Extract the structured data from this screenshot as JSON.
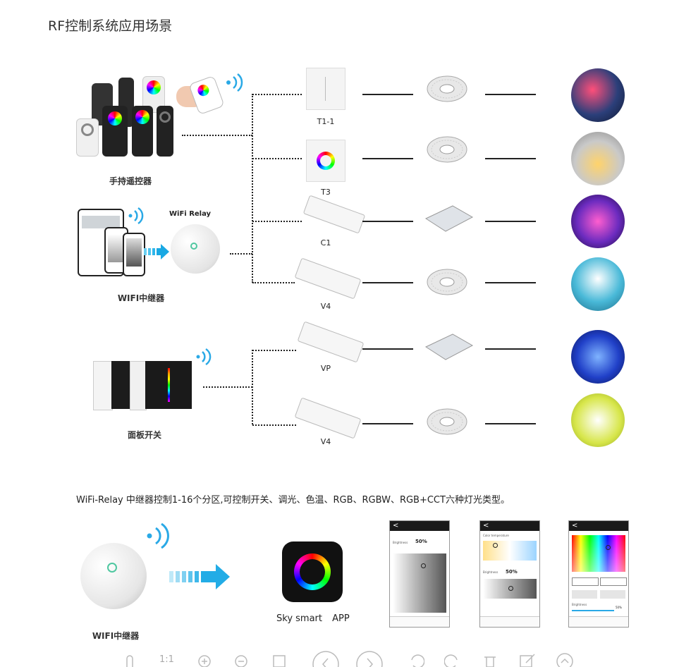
{
  "title": "RF控制系统应用场景",
  "groups": {
    "remote": "手持遥控器",
    "wifi": "WIFI中继器",
    "panel": "面板开关"
  },
  "wifi_relay_label": "WiFi Relay",
  "devices": [
    "T1-1",
    "T3",
    "C1",
    "V4",
    "VP",
    "V4"
  ],
  "description": "WiFi-Relay 中继器控制1-16个分区,可控制开关、调光、色温、RGB、RGBW、RGB+CCT六种灯光类型。",
  "bottom": {
    "relay_label": "WIFI中继器",
    "app_name": "Sky smart",
    "app_suffix": "APP",
    "screen1_brightness_label": "Brightness",
    "screen1_value": "50%",
    "screen2_ct_label": "Color temperature",
    "screen2_brightness_label": "Brightness",
    "screen2_value": "50%",
    "screen3_brightness_label": "Brightness",
    "screen3_value": "50%",
    "back_glyph": "<"
  },
  "toolbar": {
    "ratio": "1:1"
  },
  "colors": {
    "strip_white": "#e8e8e8",
    "panel_light": "#dfe3e8",
    "scene1": "#2b3f7a",
    "scene2": "#c9c9c9",
    "scene3": "#6b2bbf",
    "scene4": "#49b9d8",
    "scene5": "#2040c8",
    "scene6": "#d7e64a",
    "accent_blue": "#2aa9e6"
  },
  "icons": [
    "wifi-signal-icon",
    "arrow-right-icon",
    "app-ring-icon"
  ]
}
